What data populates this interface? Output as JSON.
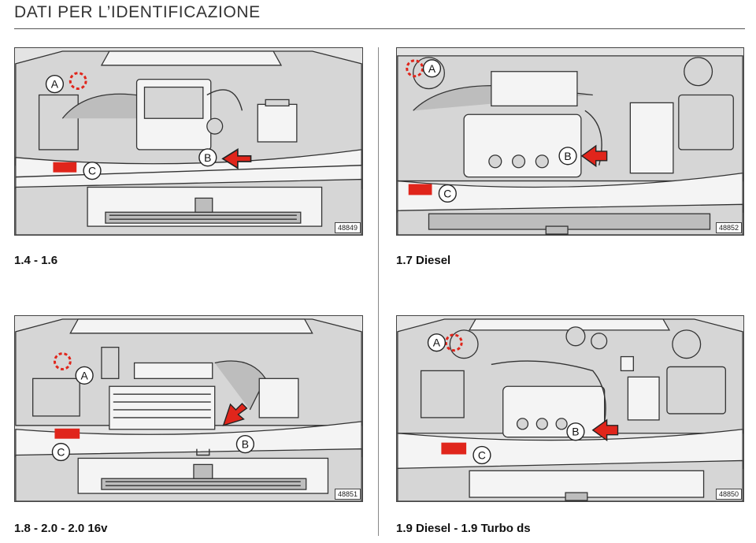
{
  "header": {
    "title": "DATI PER L’IDENTIFICAZIONE"
  },
  "markers": {
    "a": "A",
    "b": "B",
    "c": "C"
  },
  "panels": [
    {
      "caption": "1.4 - 1.6",
      "ref_code": "48849"
    },
    {
      "caption": "1.7 Diesel",
      "ref_code": "48852"
    },
    {
      "caption": "1.8 - 2.0 - 2.0 16v",
      "ref_code": "48851"
    },
    {
      "caption": "1.9 Diesel - 1.9 Turbo ds",
      "ref_code": "48850"
    }
  ],
  "colors": {
    "marker_red": "#e0251b",
    "line": "#333333",
    "panel_bg": "#e4e4e4"
  }
}
